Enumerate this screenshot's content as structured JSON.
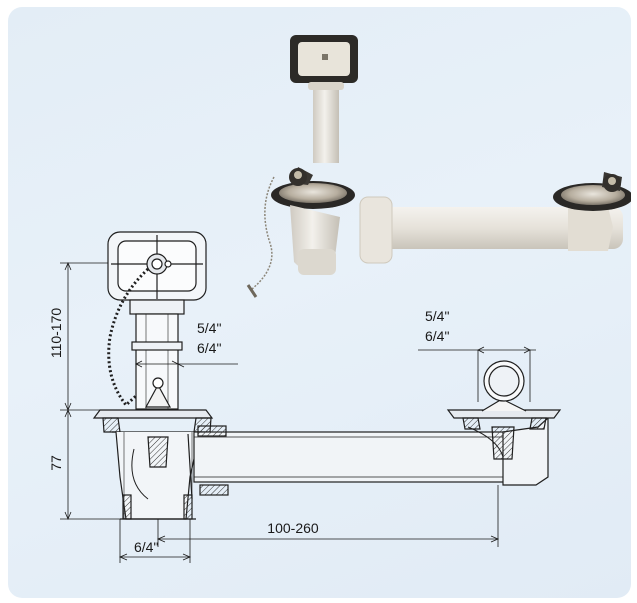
{
  "dimensions": {
    "height_range": "110-170",
    "height_fixed": "77",
    "left_size_top": "5/4\"",
    "left_size_bottom": "6/4\"",
    "right_size_top": "5/4\"",
    "right_size_bottom": "6/4\"",
    "pipe_length": "100-260",
    "outlet_size": "6/4\""
  },
  "colors": {
    "panel": "#e4eef7",
    "line": "#1f1f1f",
    "pipe": "#ece8e0",
    "chrome": "#b8b0a4"
  },
  "icons": [
    "overflow-knob-icon",
    "drain-plug-icon"
  ]
}
